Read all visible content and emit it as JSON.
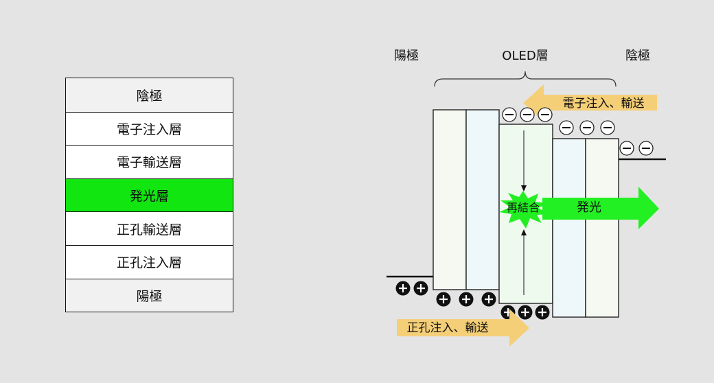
{
  "layers": [
    {
      "label": "陰極",
      "kind": "electrode"
    },
    {
      "label": "電子注入層",
      "kind": "normal"
    },
    {
      "label": "電子輸送層",
      "kind": "normal"
    },
    {
      "label": "発光層",
      "kind": "emit"
    },
    {
      "label": "正孔輸送層",
      "kind": "normal"
    },
    {
      "label": "正孔注入層",
      "kind": "normal"
    },
    {
      "label": "陽極",
      "kind": "electrode"
    }
  ],
  "diagram": {
    "anode_label": "陽極",
    "oled_label": "OLED層",
    "cathode_label": "陰極",
    "electron_arrow_label": "電子注入、輸送",
    "hole_arrow_label": "正孔注入、輸送",
    "recombination_label": "再結合",
    "emission_label": "発光",
    "electron_symbol": "−",
    "hole_symbol": "+"
  },
  "colors": {
    "emit_layer": "#11e611",
    "electrode_layer": "#f1f1f1",
    "transport_arrow": "#f5cf78",
    "emission_arrow": "#22f022",
    "burst": "#22ee22"
  }
}
